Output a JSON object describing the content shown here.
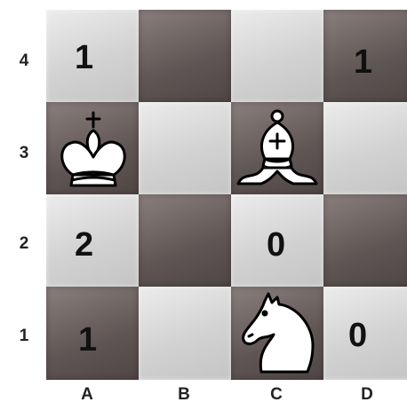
{
  "board": {
    "files": [
      "A",
      "B",
      "C",
      "D"
    ],
    "ranks": [
      "4",
      "3",
      "2",
      "1"
    ],
    "squares": {
      "A4": "1",
      "D4": "1",
      "A2": "2",
      "C2": "0",
      "A1": "1",
      "D1": "0"
    },
    "pieces": [
      {
        "square": "A3",
        "type": "king",
        "color": "white",
        "icon": "white-king-icon"
      },
      {
        "square": "C3",
        "type": "bishop",
        "color": "white",
        "icon": "white-bishop-icon"
      },
      {
        "square": "C1",
        "type": "knight",
        "color": "white",
        "icon": "white-knight-icon"
      }
    ],
    "colors": {
      "light": "#d6d6d6",
      "dark": "#5f5554"
    }
  }
}
